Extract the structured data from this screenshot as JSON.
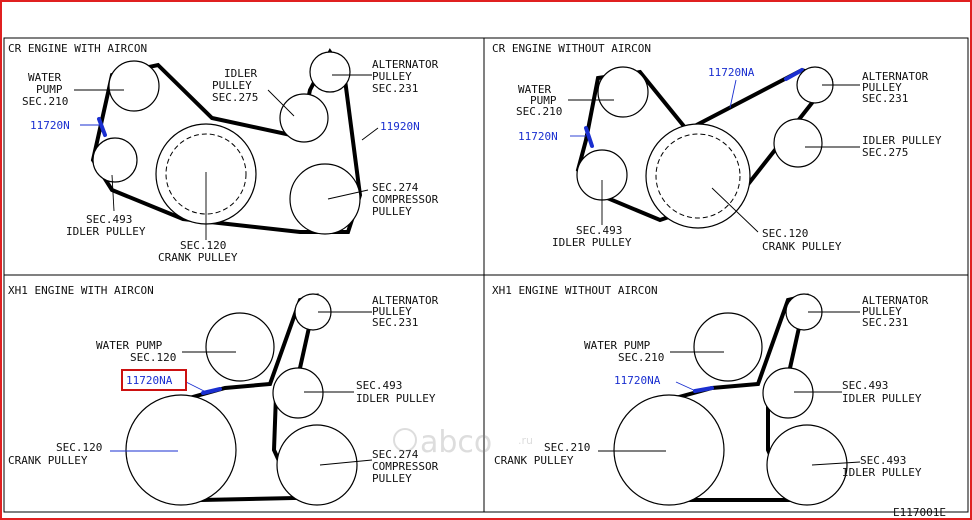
{
  "panels": {
    "cr_ac": {
      "title": "CR ENGINE WITH AIRCON",
      "water": [
        "WATER",
        "PUMP",
        "SEC.",
        "210"
      ],
      "idler1": [
        "IDLER",
        "PULLEY",
        "SEC.",
        "275"
      ],
      "alt": [
        "ALTERNATOR",
        "PULLEY",
        "SEC.",
        "231"
      ],
      "belt": "11920N",
      "belt2": "11720N",
      "comp": [
        "SEC.",
        "274",
        "COMPRESSOR",
        "PULLEY"
      ],
      "idler2": [
        "SEC.",
        "493",
        "IDLER PULLEY"
      ],
      "crank": [
        "SEC.",
        "120",
        "CRANK PULLEY"
      ]
    },
    "cr_noac": {
      "title": "CR ENGINE WITHOUT AIRCON",
      "belt": "11720NA",
      "water": [
        "WATER",
        "PUMP",
        "SEC.",
        "210"
      ],
      "alt": [
        "ALTERNATOR",
        "PULLEY",
        "SEC.",
        "231"
      ],
      "belt2": "11720N",
      "idler1": [
        "IDLER PULLEY",
        "SEC.",
        "275"
      ],
      "idler2": [
        "SEC.",
        "493",
        "IDLER PULLEY"
      ],
      "crank": [
        "SEC.",
        "120",
        "CRANK PULLEY"
      ]
    },
    "xh_ac": {
      "title": "XH1 ENGINE WITH AIRCON",
      "alt": [
        "ALTERNATOR",
        "PULLEY",
        "SEC.",
        "231"
      ],
      "water": [
        "WATER PUMP",
        "SEC.",
        "120"
      ],
      "belt": "11720NA",
      "idler": [
        "SEC.",
        "493",
        "IDLER PULLEY"
      ],
      "crank": [
        "SEC.",
        "120",
        "CRANK PULLEY"
      ],
      "comp": [
        "SEC.",
        "274",
        "COMPRESSOR",
        "PULLEY"
      ]
    },
    "xh_noac": {
      "title": "XH1 ENGINE WITHOUT AIRCON",
      "alt": [
        "ALTERNATOR",
        "PULLEY",
        "SEC.",
        "231"
      ],
      "water": [
        "WATER PUMP",
        "SEC.",
        "210"
      ],
      "belt": "11720NA",
      "idler": [
        "SEC.",
        "493",
        "IDLER PULLEY"
      ],
      "crank": [
        "SEC.",
        "210",
        "CRANK PULLEY"
      ],
      "idler2": [
        "SEC.",
        "493",
        "IDLER PULLEY"
      ]
    }
  },
  "watermark": "abco",
  "watermark_suffix": ".ru",
  "figure_id": "E117001E",
  "colors": {
    "border": "#e02020",
    "highlight": "#cc1111",
    "reference": "#1a2fd0"
  }
}
